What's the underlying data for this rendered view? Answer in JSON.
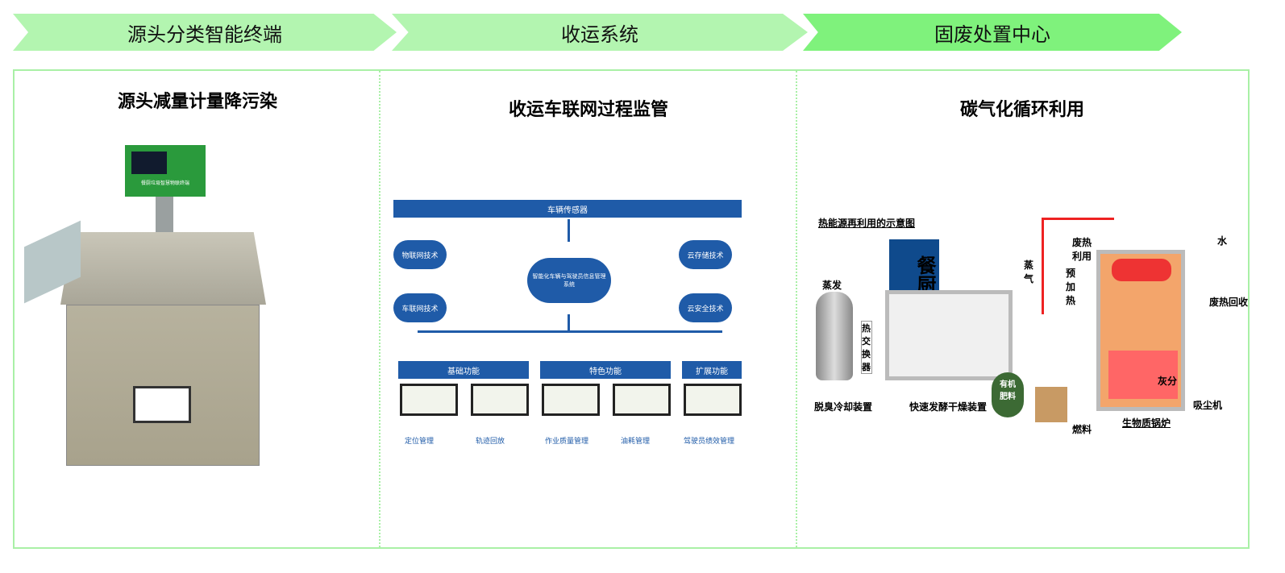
{
  "stages": [
    "源头分类智能终端",
    "收运系统",
    "固废处置中心"
  ],
  "panels": [
    {
      "title": "源头减量计量降污染",
      "device_label": "餐厨垃圾智慧物联终端"
    },
    {
      "title": "收运车联网过程监管",
      "top_bar": "车辆传感器",
      "center": "智能化车辆与驾驶员信息管理系统",
      "clouds": [
        "物联网技术",
        "车联网技术",
        "云存储技术",
        "云安全技术"
      ],
      "groups": [
        "基础功能",
        "特色功能",
        "扩展功能"
      ],
      "functions": [
        "定位管理",
        "轨迹回放",
        "作业质量管理",
        "油耗管理",
        "驾驶员绩效管理"
      ]
    },
    {
      "title": "碳气化循环利用",
      "diagram_title": "热能源再利用的示意图",
      "highlight": "餐厨垃圾",
      "labels": {
        "evaporate": "蒸发",
        "heat_exchanger": "热交换器",
        "deodor": "脱臭冷却装置",
        "dryer": "快速发酵干燥装置",
        "fertilizer": "有机肥料",
        "steam": "蒸气",
        "preheat": "预加热",
        "waste_heat_use": "废热利用",
        "water": "水",
        "heat_recovery": "废热回收",
        "ash": "灰分",
        "fuel": "燃料",
        "boiler": "生物质锅炉",
        "dust": "吸尘机"
      }
    }
  ]
}
